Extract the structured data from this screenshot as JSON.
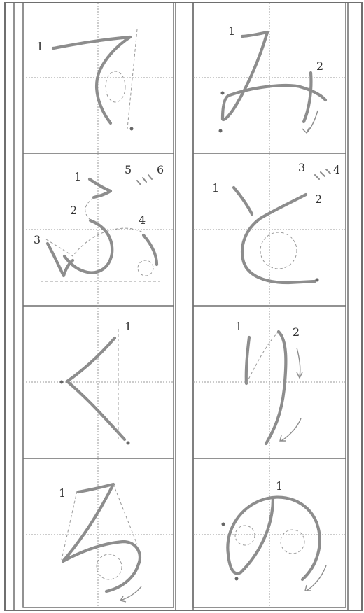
{
  "sheet": {
    "colors": {
      "stroke": "#8d8d8d",
      "grid": "#9a9a9a",
      "frame": "#6f6f6f",
      "number": "#333333"
    },
    "cells": [
      {
        "id": "te",
        "stroke_numbers": [
          "1"
        ]
      },
      {
        "id": "mi",
        "stroke_numbers": [
          "1",
          "2"
        ]
      },
      {
        "id": "fu",
        "stroke_numbers": [
          "1",
          "2",
          "3",
          "4",
          "5",
          "6"
        ]
      },
      {
        "id": "to",
        "stroke_numbers": [
          "1",
          "2",
          "3",
          "4"
        ]
      },
      {
        "id": "ku",
        "stroke_numbers": [
          "1"
        ]
      },
      {
        "id": "ri",
        "stroke_numbers": [
          "1",
          "2"
        ]
      },
      {
        "id": "ro",
        "stroke_numbers": [
          "1"
        ]
      },
      {
        "id": "no",
        "stroke_numbers": [
          "1"
        ]
      }
    ]
  }
}
